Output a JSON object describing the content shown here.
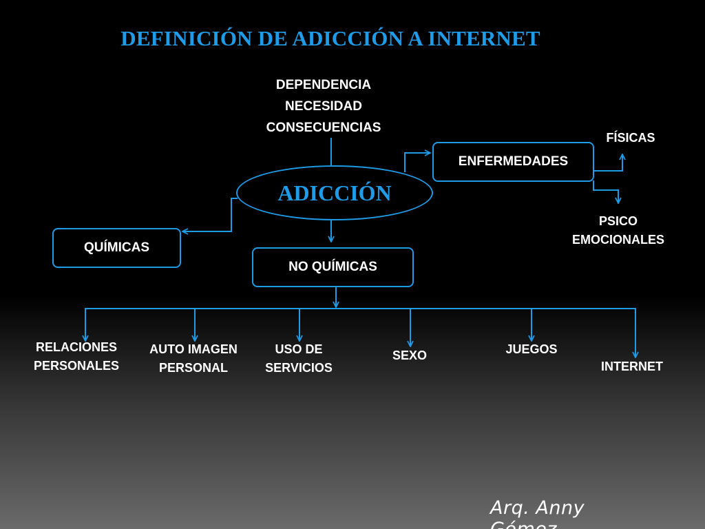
{
  "title": "DEFINICIÓN DE ADICCIÓN A INTERNET",
  "top_labels": [
    "DEPENDENCIA",
    "NECESIDAD",
    "CONSECUENCIAS"
  ],
  "center": "ADICCIÓN",
  "boxes": {
    "quimicas": "QUÍMICAS",
    "no_quimicas": "NO QUÍMICAS",
    "enfermedades": "ENFERMEDADES"
  },
  "enfermedades_children": {
    "fisicas": "FÍSICAS",
    "psico": [
      "PSICO",
      "EMOCIONALES"
    ]
  },
  "no_quimicas_children": [
    [
      "RELACIONES",
      "PERSONALES"
    ],
    [
      "AUTO IMAGEN",
      "PERSONAL"
    ],
    [
      "USO DE",
      "SERVICIOS"
    ],
    [
      "SEXO"
    ],
    [
      "JUEGOS"
    ],
    [
      "INTERNET"
    ]
  ],
  "signature": "Arq. Anny Gómez",
  "colors": {
    "accent": "#1e9ce8",
    "text": "#ffffff",
    "background_top": "#000000",
    "background_bottom": "#6a6a6a"
  }
}
